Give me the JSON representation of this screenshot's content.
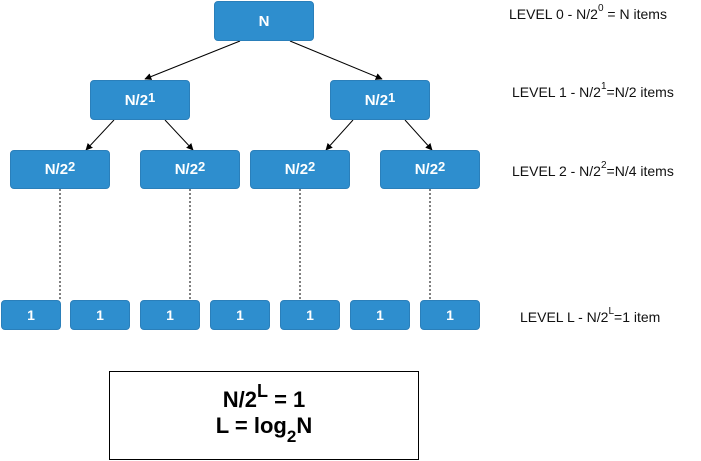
{
  "tree": {
    "root": {
      "text": "N",
      "exp": ""
    },
    "level1": [
      {
        "base": "N/2",
        "exp": "1"
      },
      {
        "base": "N/2",
        "exp": "1"
      }
    ],
    "level2": [
      {
        "base": "N/2",
        "exp": "2"
      },
      {
        "base": "N/2",
        "exp": "2"
      },
      {
        "base": "N/2",
        "exp": "2"
      },
      {
        "base": "N/2",
        "exp": "2"
      }
    ],
    "leaves": [
      "1",
      "1",
      "1",
      "1",
      "1",
      "1",
      "1"
    ]
  },
  "levels": [
    {
      "pre": "LEVEL 0 - N/2",
      "exp": "0",
      "post": " = N items"
    },
    {
      "pre": "LEVEL 1 - N/2",
      "exp": "1",
      "post": "=N/2 items"
    },
    {
      "pre": "LEVEL 2 - N/2",
      "exp": "2",
      "post": "=N/4 items"
    },
    {
      "pre": "LEVEL L - N/2",
      "exp": "L",
      "post": "=1 item"
    }
  ],
  "formula": {
    "line1": {
      "pre": "N/2",
      "exp": "L",
      "post": " = 1"
    },
    "line2": {
      "pre": "L = log",
      "sub": "2",
      "post": "N"
    }
  },
  "colors": {
    "node_fill": "#2e8ece",
    "edge": "#000000"
  }
}
